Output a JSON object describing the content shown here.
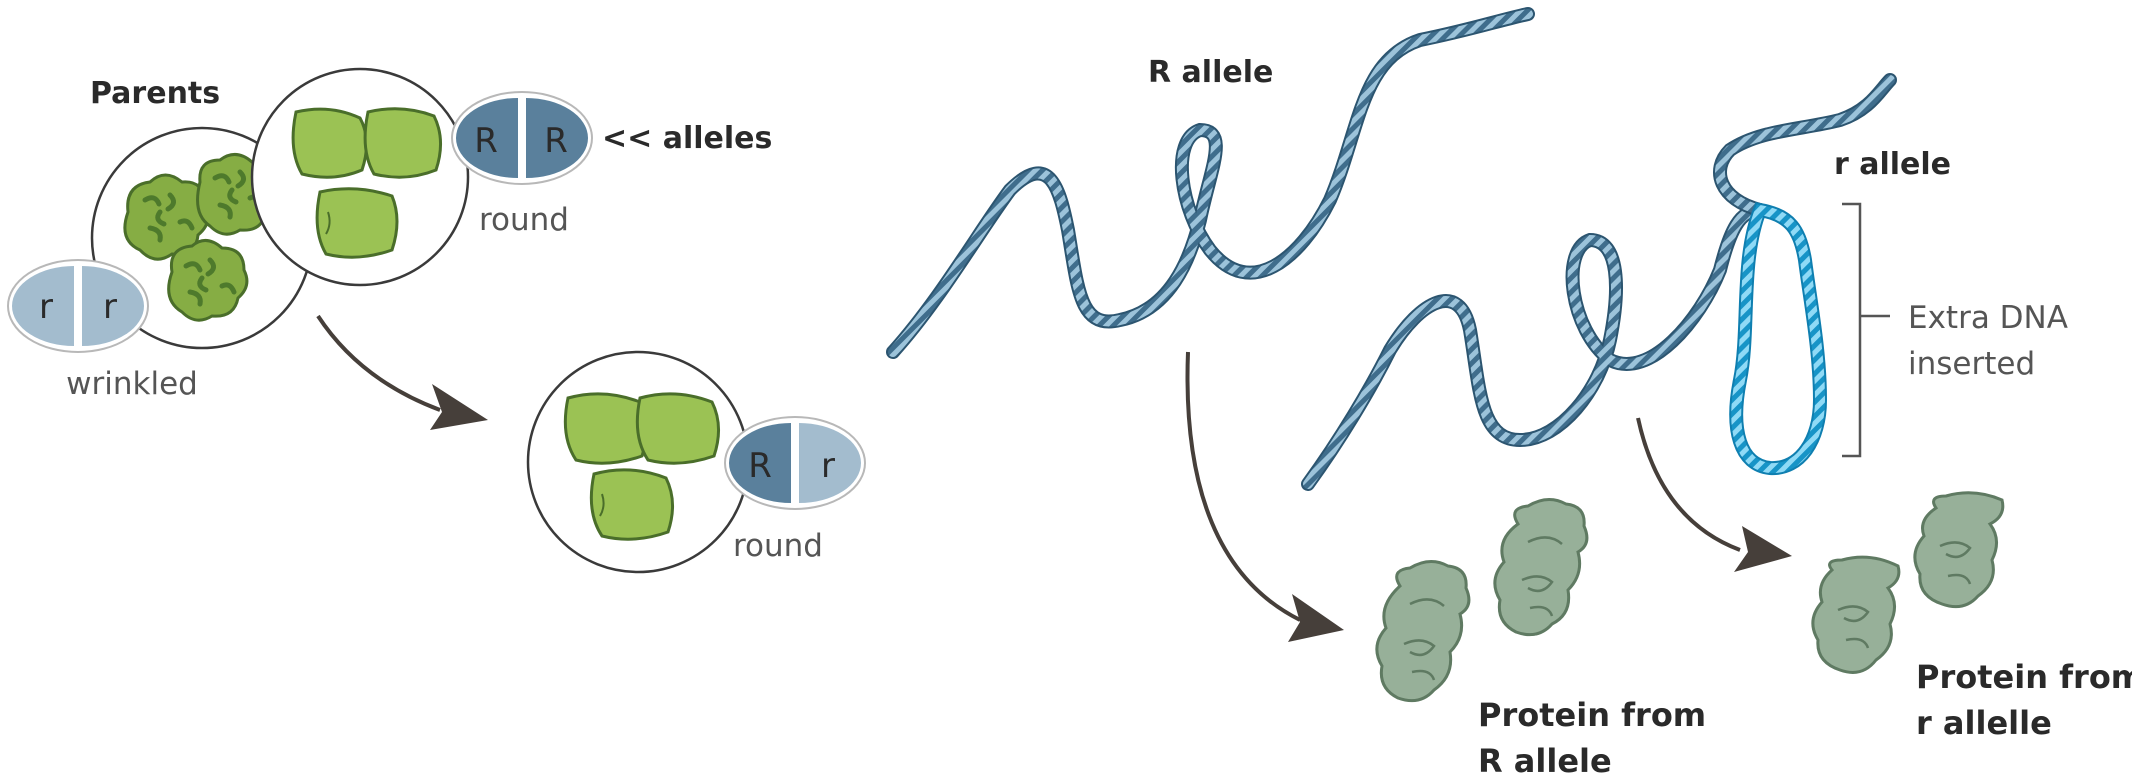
{
  "parents": {
    "title": "Parents",
    "round_alleles": [
      "R",
      "R"
    ],
    "wrinkled_alleles": [
      "r",
      "r"
    ],
    "alleles_label": "<< alleles",
    "round_label": "round",
    "wrinkled_label": "wrinkled"
  },
  "offspring": {
    "alleles": [
      "R",
      "r"
    ],
    "label": "round"
  },
  "dna": {
    "R_label": "R allele",
    "r_label": "r allele",
    "insert_label_line1": "Extra DNA",
    "insert_label_line2": "inserted"
  },
  "proteins": {
    "R_line1": "Protein from",
    "R_line2": "R allele",
    "r_line1": "Protein from",
    "r_line2": "r allelle"
  },
  "colors": {
    "dominant_allele": "#5a809c",
    "recessive_allele": "#a3bcce",
    "pea_smooth": "#9bc254",
    "pea_edge": "#4a6e2a",
    "pea_wrinkled": "#86ad44",
    "dna_strand": "#5a8fae",
    "dna_insert": "#2eb6e4",
    "protein": "#97b099",
    "arrow": "#463f3a"
  }
}
